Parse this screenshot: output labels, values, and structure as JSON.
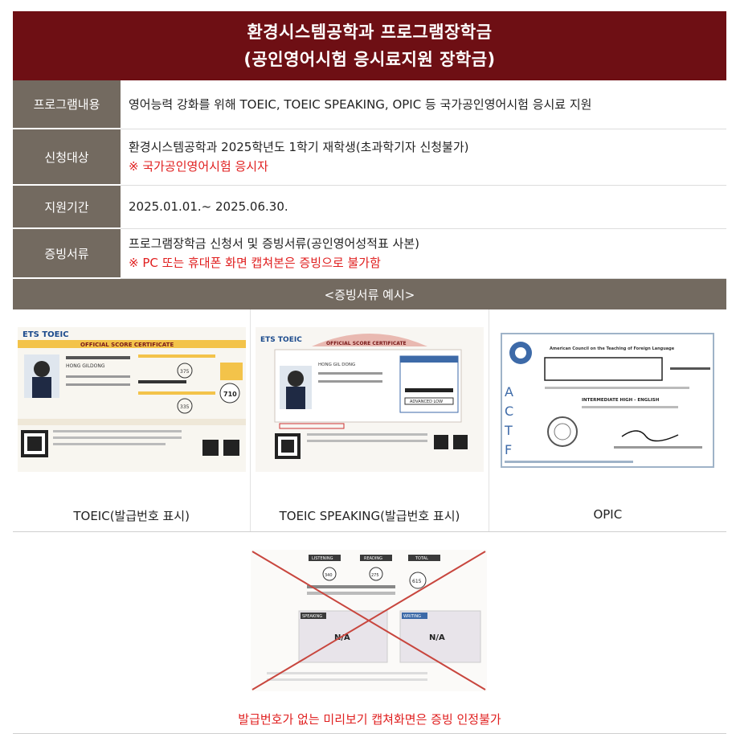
{
  "header": {
    "line1": "환경시스템공학과 프로그램장학금",
    "line2": "(공인영어시험 응시료지원 장학금)"
  },
  "rows": [
    {
      "label": "프로그램내용",
      "lines": [
        "영어능력 강화를 위해 TOEIC, TOEIC SPEAKING, OPIC 등 국가공인영어시험 응시료 지원"
      ],
      "note": ""
    },
    {
      "label": "신청대상",
      "lines": [
        "환경시스템공학과 2025학년도 1학기 재학생(초과학기자 신청불가)"
      ],
      "note": "※ 국가공인영어시험 응시자"
    },
    {
      "label": "지원기간",
      "lines": [
        "2025.01.01.~ 2025.06.30."
      ],
      "note": ""
    },
    {
      "label": "증빙서류",
      "lines": [
        "프로그램장학금 신청서 및 증빙서류(공인영어성적표 사본)"
      ],
      "note": "※ PC 또는 휴대폰 화면 캡쳐본은 증빙으로 불가함"
    }
  ],
  "example_title": "<증빙서류 예시>",
  "examples": [
    {
      "caption": "TOEIC(발급번호 표시)",
      "cert_title": "OFFICIAL SCORE CERTIFICATE",
      "name": "HONG GILDONG",
      "score": "710",
      "l_score": "375",
      "r_score": "335"
    },
    {
      "caption": "TOEIC SPEAKING(발급번호 표시)",
      "cert_title": "OFFICIAL SCORE CERTIFICATE",
      "name": "HONG GIL DONG",
      "level": "ADVANCED LOW"
    },
    {
      "caption": "OPIC",
      "org": "American Council on the Teaching of Foreign Language",
      "level": "INTERMEDIATE HIGH - ENGLISH",
      "side": "ACTFL"
    }
  ],
  "invalid": {
    "caption": "발급번호가 없는 미리보기 캡쳐화면은 증빙 인정불가",
    "labels": [
      "LISTENING",
      "READING",
      "TOTAL",
      "SPEAKING",
      "WRITING"
    ],
    "values": [
      "340",
      "275",
      "615"
    ],
    "na": "N/A"
  },
  "colors": {
    "header_bg": "#6e0f14",
    "label_bg": "#736a60",
    "note": "#e02020"
  }
}
